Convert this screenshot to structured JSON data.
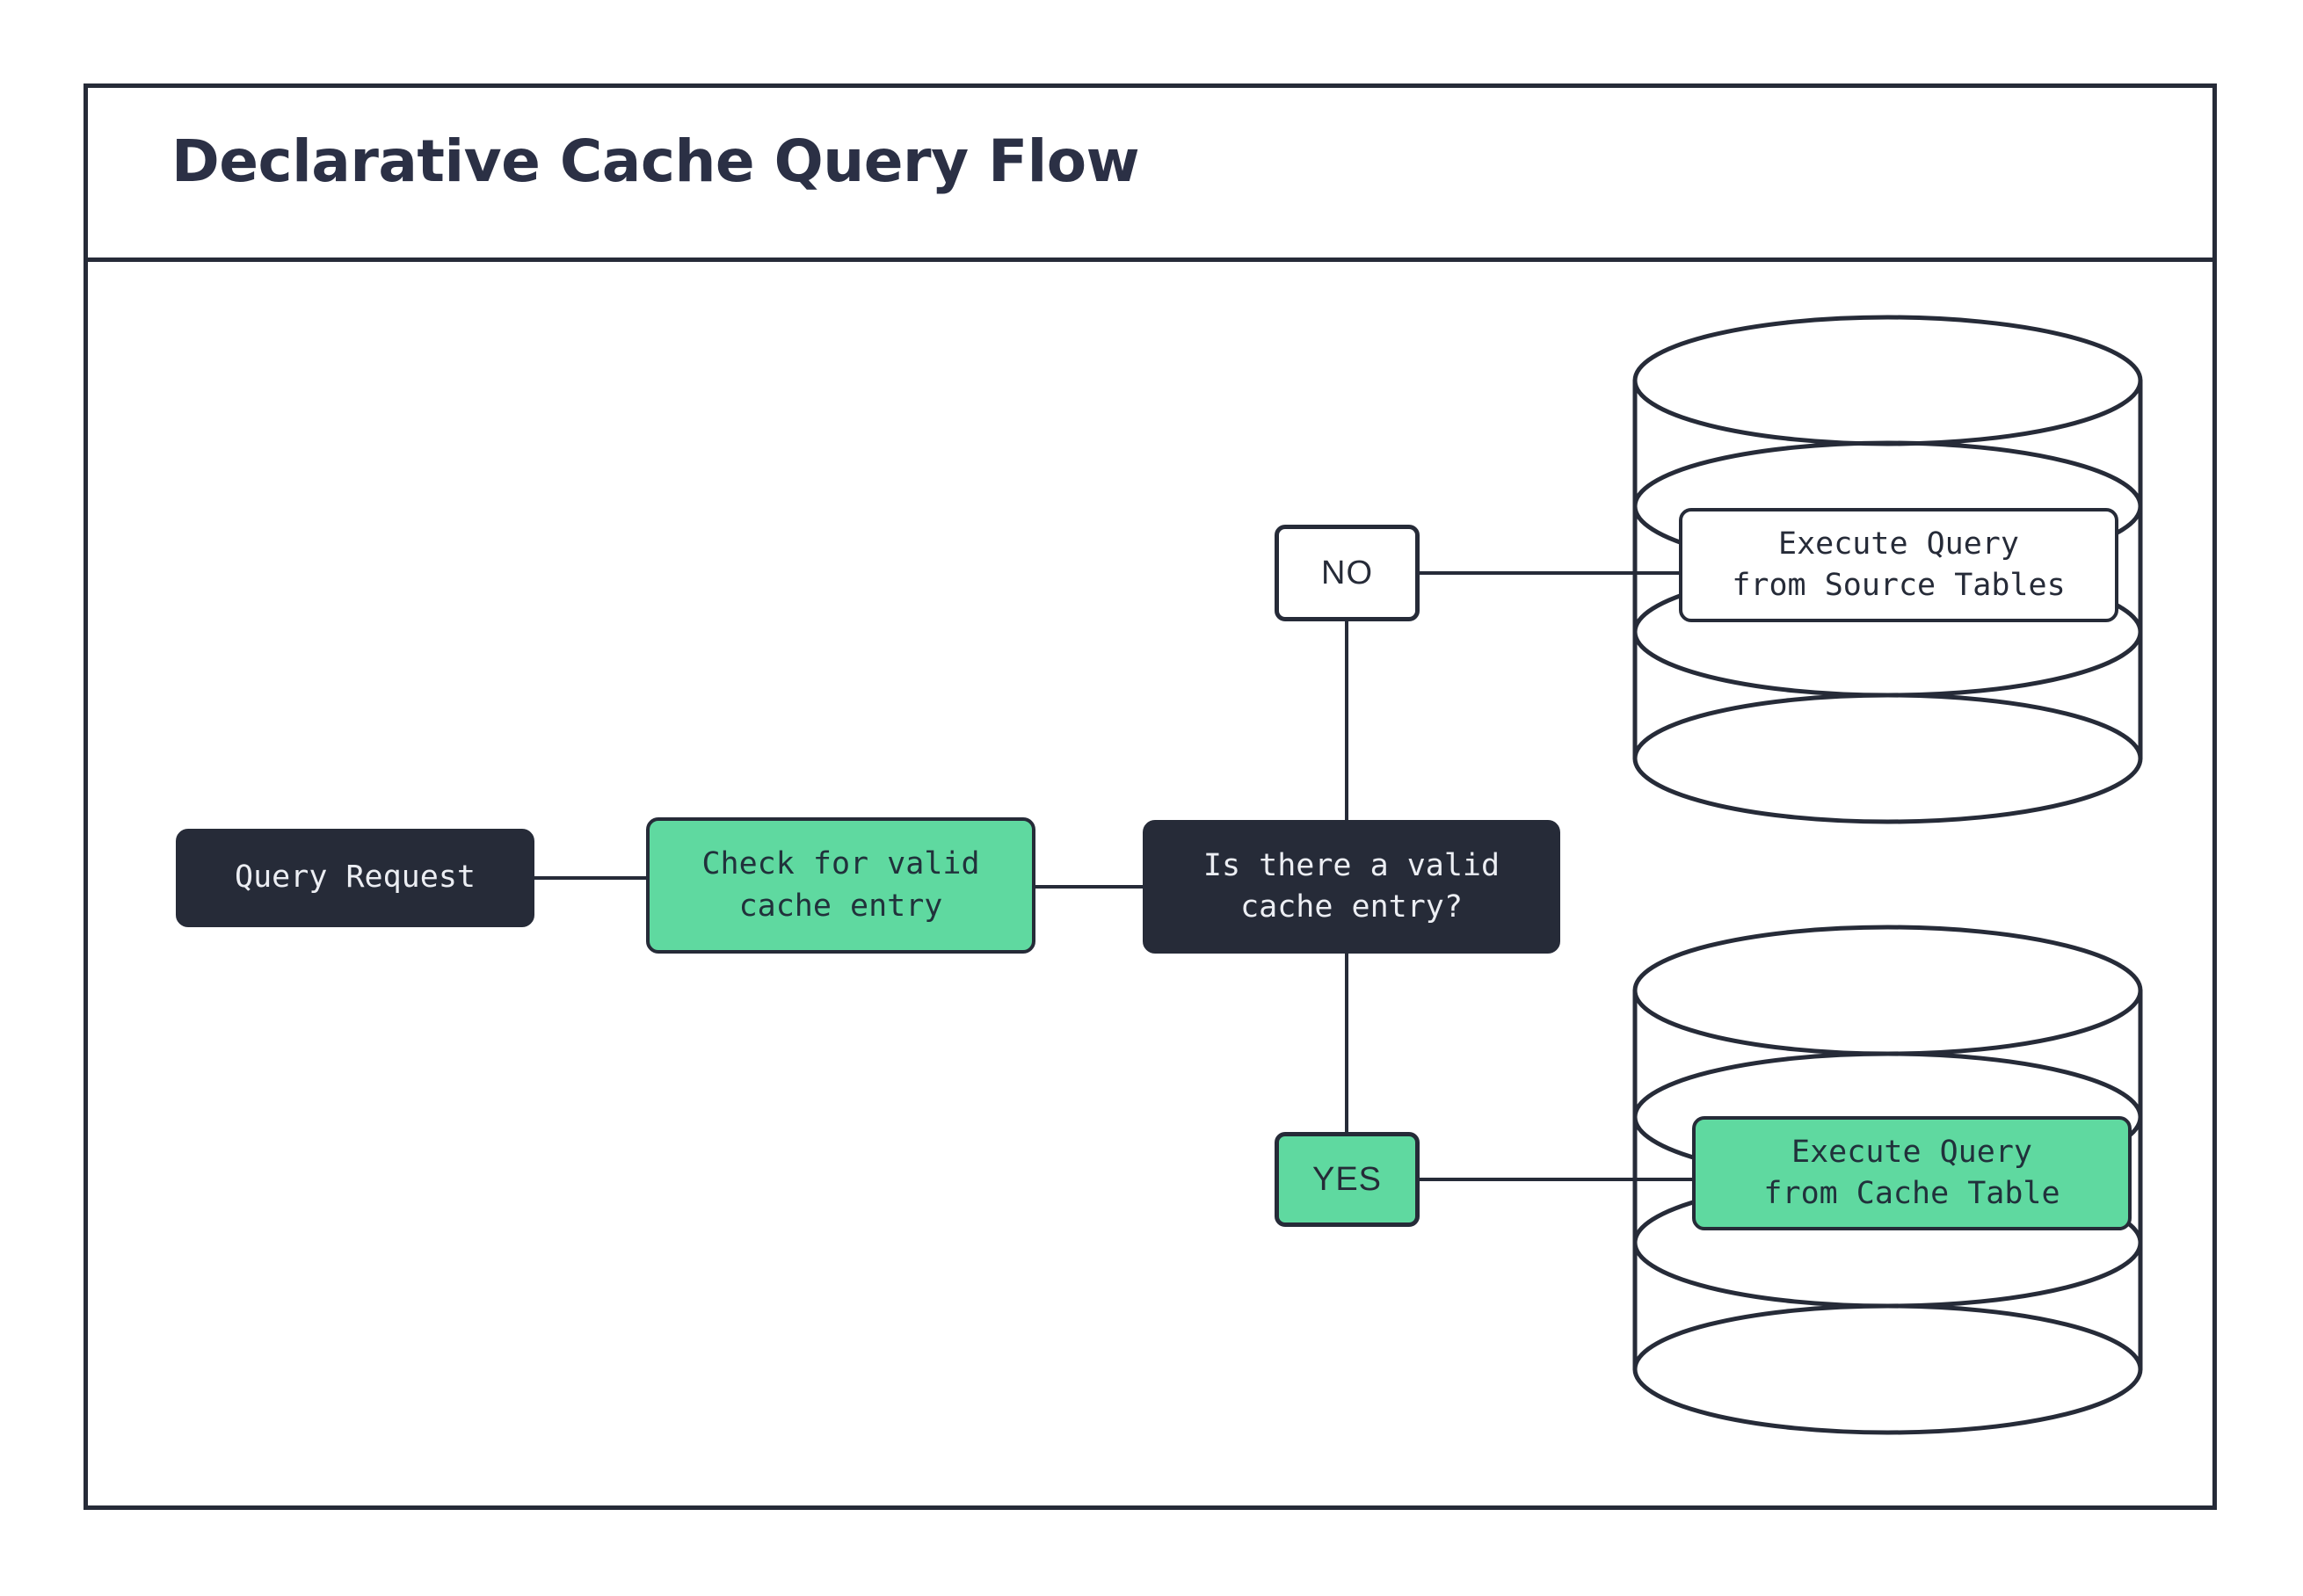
{
  "diagram": {
    "title": "Declarative Cache Query Flow",
    "type": "flowchart",
    "nodes": [
      {
        "id": "query-request",
        "label": "Query Request",
        "shape": "rounded-rect",
        "fill": "#262b38",
        "text_color": "#eceef3"
      },
      {
        "id": "check-cache",
        "label": "Check for valid\ncache entry",
        "shape": "rounded-rect",
        "fill": "#5fd9a0",
        "text_color": "#21313b"
      },
      {
        "id": "decision",
        "label": "Is there a valid\ncache entry?",
        "shape": "rounded-rect",
        "fill": "#262b38",
        "text_color": "#eceef3"
      },
      {
        "id": "exec-source",
        "label": "Execute Query\nfrom Source Tables",
        "shape": "database",
        "fill": "#ffffff",
        "text_color": "#262b38"
      },
      {
        "id": "exec-cache",
        "label": "Execute Query\nfrom Cache Table",
        "shape": "database",
        "fill": "#5fd9a0",
        "text_color": "#21313b"
      }
    ],
    "branch_labels": [
      {
        "id": "no",
        "label": "NO",
        "fill": "#ffffff"
      },
      {
        "id": "yes",
        "label": "YES",
        "fill": "#5fd9a0"
      }
    ],
    "edges": [
      {
        "from": "query-request",
        "to": "check-cache",
        "label": ""
      },
      {
        "from": "check-cache",
        "to": "decision",
        "label": ""
      },
      {
        "from": "decision",
        "to": "exec-source",
        "label": "NO"
      },
      {
        "from": "decision",
        "to": "exec-cache",
        "label": "YES"
      }
    ],
    "colors": {
      "accent_green": "#5fd9a0",
      "dark_navy": "#262b38",
      "title_color": "#2b3045",
      "background": "#ffffff"
    }
  }
}
